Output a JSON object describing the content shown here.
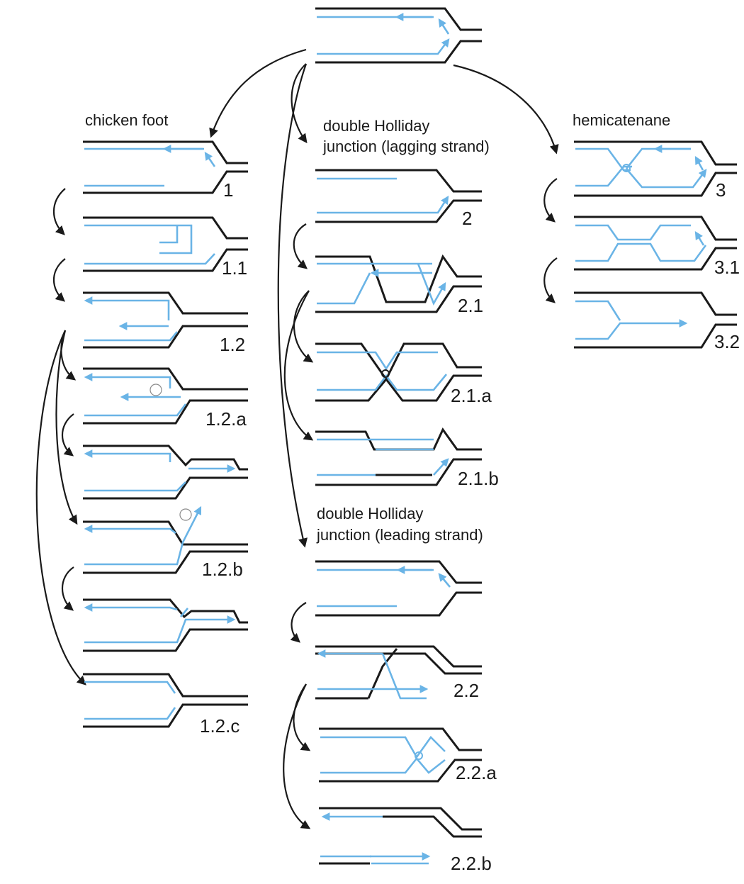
{
  "headings": {
    "chicken_foot": "chicken foot",
    "dhj_lagging_line1": "double Holliday",
    "dhj_lagging_line2": "junction (lagging strand)",
    "hemicatenane": "hemicatenane",
    "dhj_leading_line1": "double Holliday",
    "dhj_leading_line2": "junction (leading strand)"
  },
  "labels": {
    "s1": "1",
    "s1_1": "1.1",
    "s1_2": "1.2",
    "s1_2a": "1.2.a",
    "s1_2b": "1.2.b",
    "s1_2c": "1.2.c",
    "s2": "2",
    "s2_1": "2.1",
    "s2_1a": "2.1.a",
    "s2_1b": "2.1.b",
    "s2_2": "2.2",
    "s2_2a": "2.2.a",
    "s2_2b": "2.2.b",
    "s3": "3",
    "s3_1": "3.1",
    "s3_2": "3.2"
  },
  "colors": {
    "parental_strand": "#1a1a1a",
    "nascent_strand": "#6ab4e6",
    "background": "#ffffff"
  }
}
